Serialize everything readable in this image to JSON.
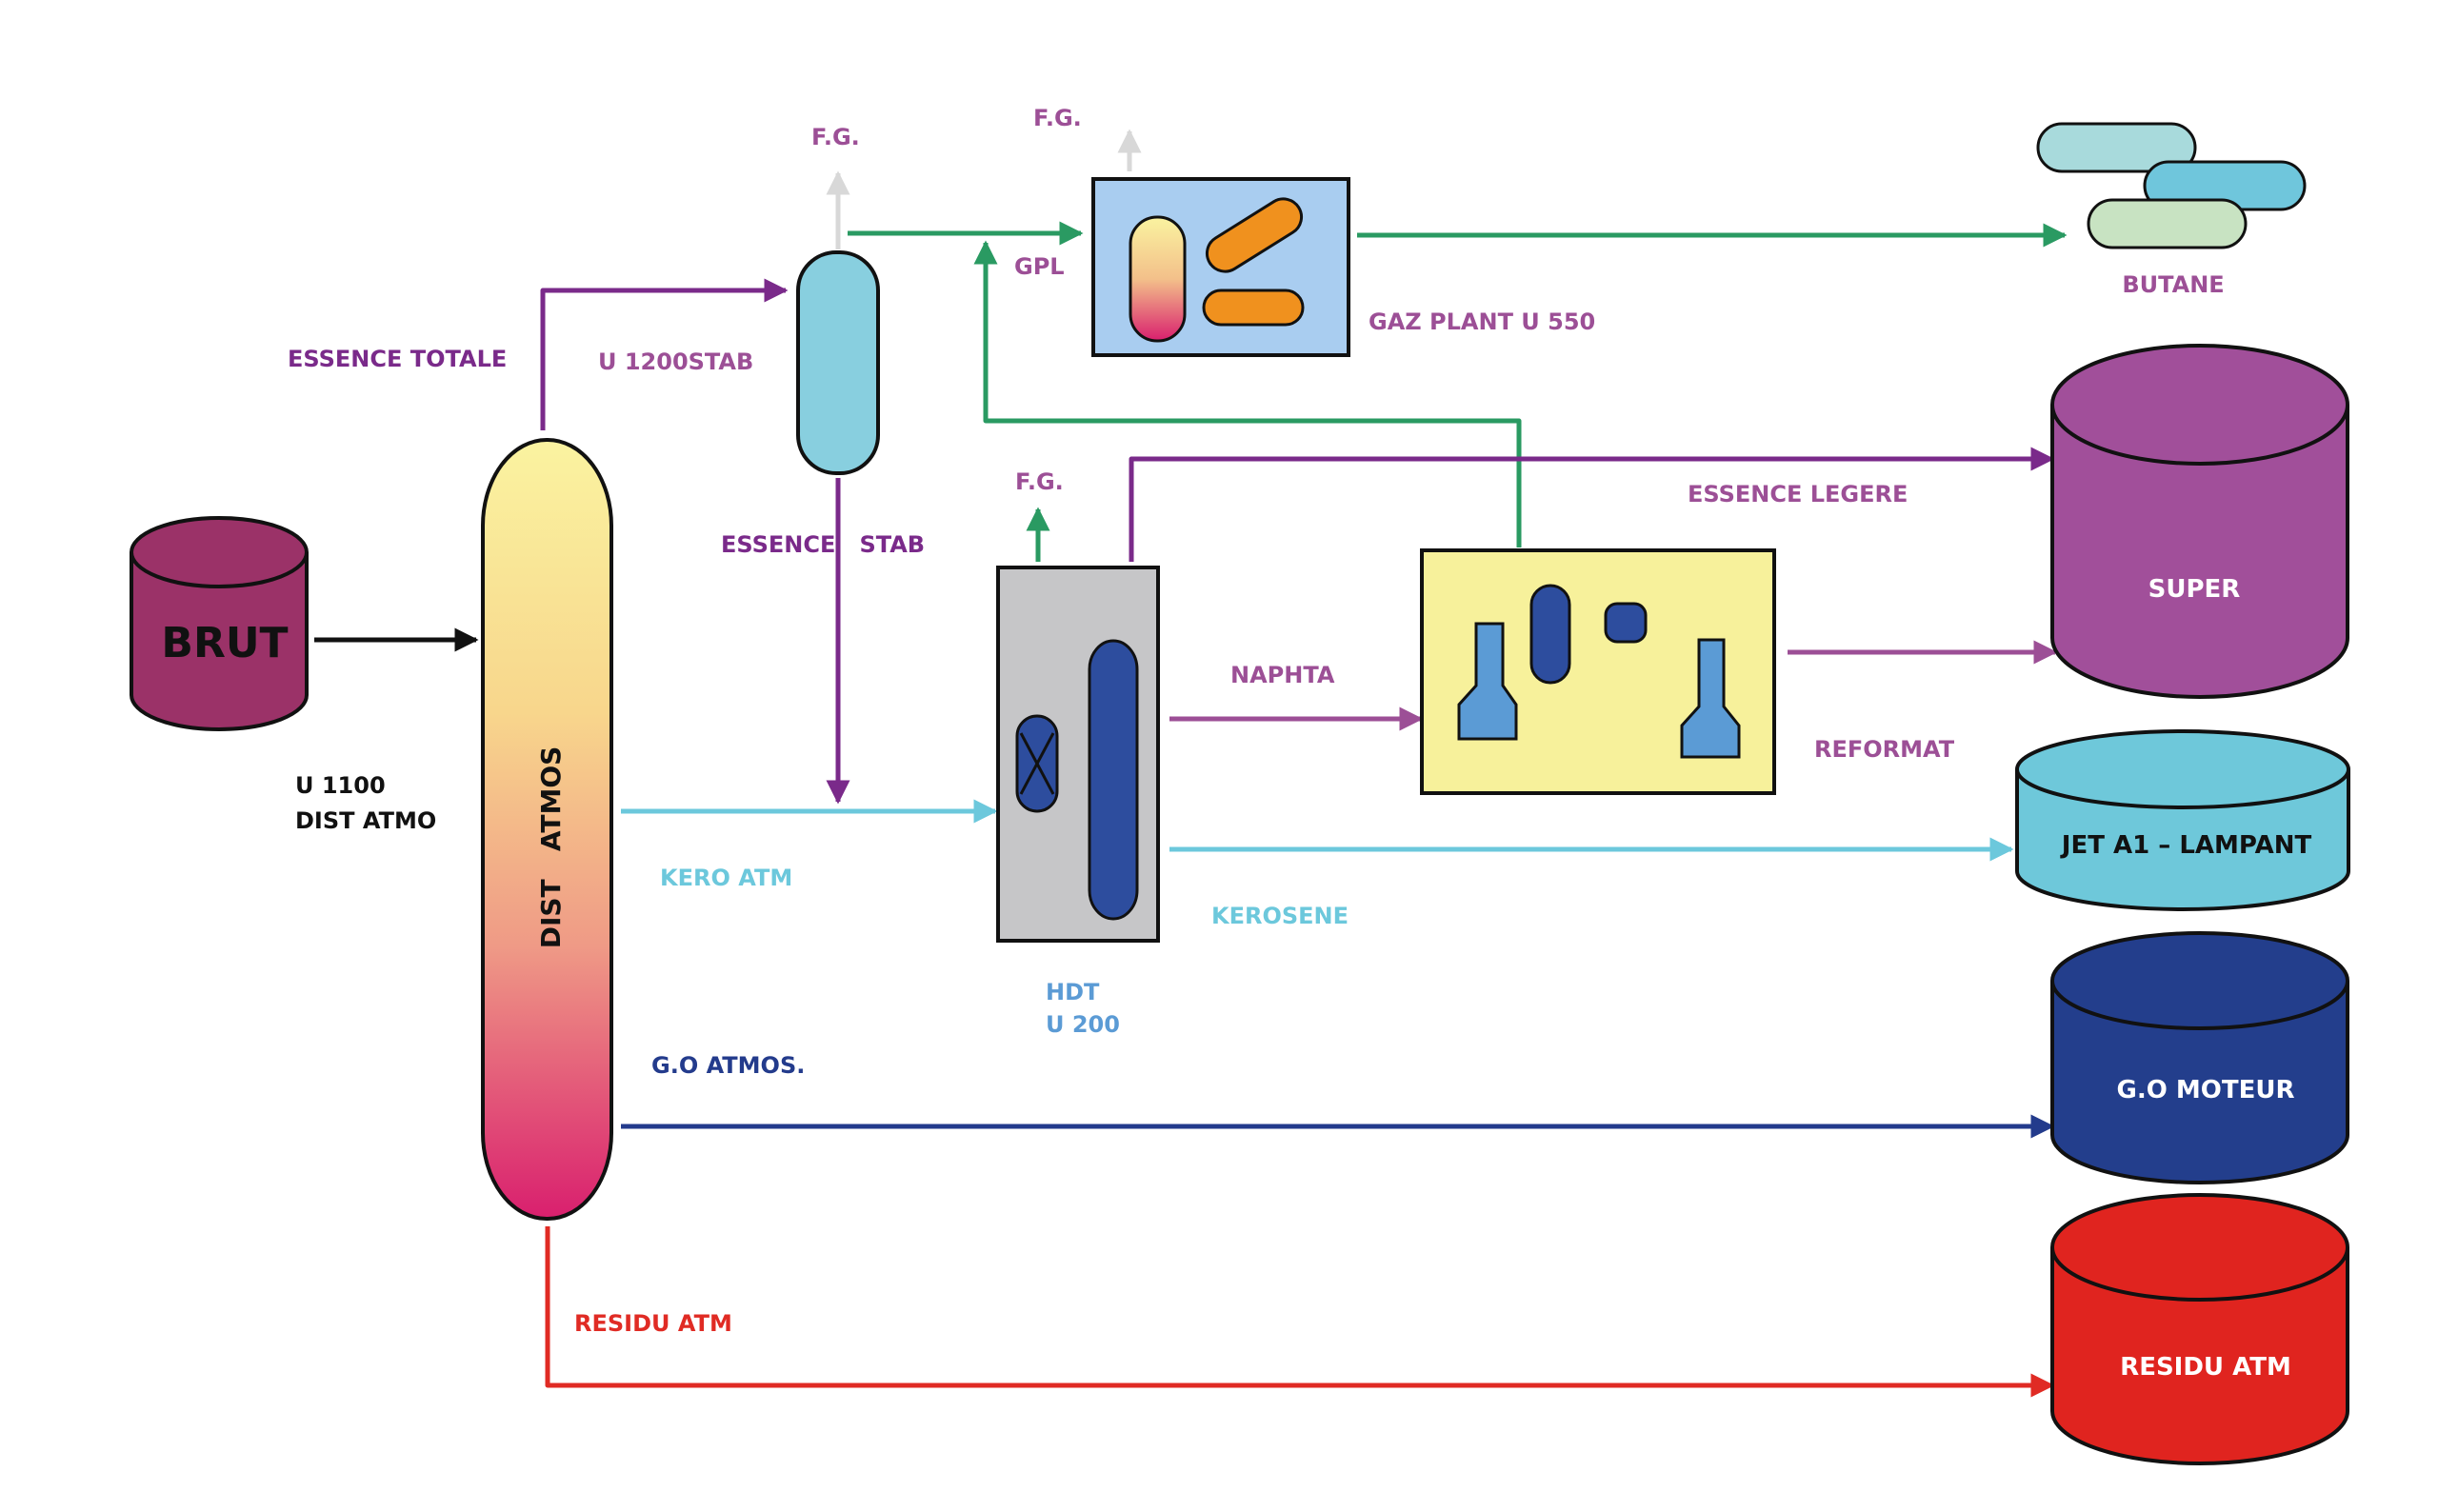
{
  "colors": {
    "purple": "#7a2a8a",
    "mauve": "#9c4f96",
    "green": "#2a9a62",
    "light_blue": "#6cc8dc",
    "navy": "#233b8c",
    "red": "#e02b24",
    "brut_fill": "#9b3268",
    "stab_fill": "#88cfdf",
    "gas_box_fill": "#a9cdf0",
    "hdt_fill": "#c6c6c8",
    "reformer_fill": "#f7f19b",
    "super_fill": "#a14f9a",
    "jet_fill": "#6ec8da",
    "go_fill": "#233e8c",
    "residu_fill": "#e0241f",
    "butane_1": "#a8dadc",
    "butane_2": "#6fc6dc",
    "butane_3": "#c8e3c2",
    "column_top": "#faf3a0",
    "column_bottom": "#d91f6e"
  },
  "icons": {
    "feed_tank": "cylinder-tank-icon",
    "column": "distillation-column-icon",
    "stabilizer": "vessel-icon",
    "reactor": "reactor-icon",
    "storage": "storage-tank-icon",
    "bullet": "bullet-tank-icon"
  },
  "labels": {
    "brut": "BRUT",
    "u1100_line1": "U 1100",
    "u1100_line2": "DIST ATMO",
    "column": "DIST   ATMOS",
    "essence_totale": "ESSENCE TOTALE",
    "u1200": "U 1200STAB",
    "fg_stab": "F.G.",
    "fg_gaz": "F.G.",
    "gpl": "GPL",
    "gaz_plant": "GAZ PLANT U 550",
    "butane": "BUTANE",
    "essence_stab": "ESSENCE   STAB",
    "fg_hdt": "F.G.",
    "essence_legere": "ESSENCE LEGERE",
    "super": "SUPER",
    "naphta": "NAPHTA",
    "reformat": "REFORMAT",
    "kero_atm": "KERO ATM",
    "kerosene": "KEROSENE",
    "jet": "JET A1 – LAMPANT",
    "hdt_line1": "HDT",
    "hdt_line2": "U 200",
    "go_atmos": "G.O ATMOS.",
    "go_moteur": "G.O MOTEUR",
    "residu_atm_stream": "RESIDU ATM",
    "residu_atm_tank": "RESIDU ATM"
  }
}
